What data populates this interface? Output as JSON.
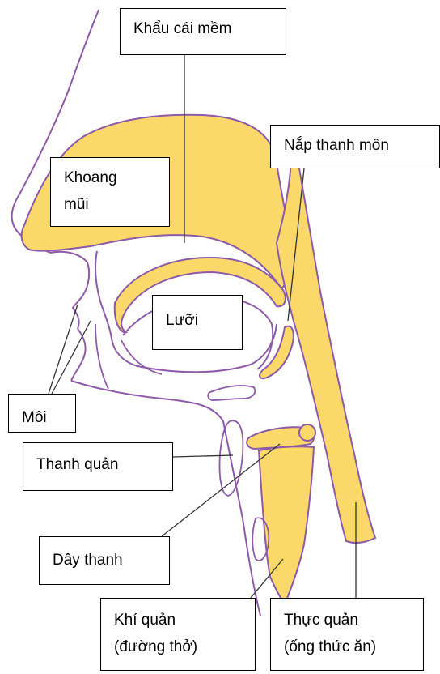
{
  "colors": {
    "fill": "#fad96a",
    "outline": "#8c5aa6",
    "leader": "#333333",
    "box_border": "#000000"
  },
  "labels": {
    "soft_palate": "Khẩu cái mềm",
    "epiglottis": "Nắp thanh môn",
    "nasal_cavity": [
      "Khoang",
      "mũi"
    ],
    "tongue": "Lưỡi",
    "lips": "Môi",
    "larynx": "Thanh quản",
    "vocal_cords": "Dây thanh",
    "trachea": [
      "Khí quản",
      "(đường thở)"
    ],
    "esophagus": [
      "Thực quản",
      "(ống thức ăn)"
    ]
  }
}
